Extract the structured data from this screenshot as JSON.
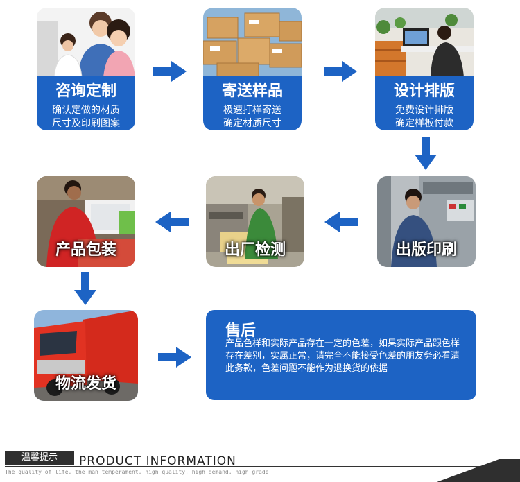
{
  "steps": [
    {
      "title": "咨询定制",
      "lines": [
        "确认定做的材质",
        "尺寸及印刷图案"
      ]
    },
    {
      "title": "寄送样品",
      "lines": [
        "极速打样寄送",
        "确定材质尺寸"
      ]
    },
    {
      "title": "设计排版",
      "lines": [
        "免费设计排版",
        "确定样板付款"
      ]
    },
    {
      "title": "出版印刷"
    },
    {
      "title": "出厂检测"
    },
    {
      "title": "产品包装"
    },
    {
      "title": "物流发货"
    }
  ],
  "after_sales": {
    "title": "售后",
    "body": "产品色样和实际产品存在一定的色差，如果实际产品跟色样存在差别，实属正常，请完全不能接受色差的朋友务必看清此务款，色差问题不能作为退换货的依据"
  },
  "footer": {
    "tag": "温馨提示",
    "title": "PRODUCT INFORMATION",
    "subtitle": "The quality of life, the man temperament, high quality, high demand, high grade"
  },
  "colors": {
    "accent": "#1d63c4",
    "dark": "#2f2f2f"
  }
}
